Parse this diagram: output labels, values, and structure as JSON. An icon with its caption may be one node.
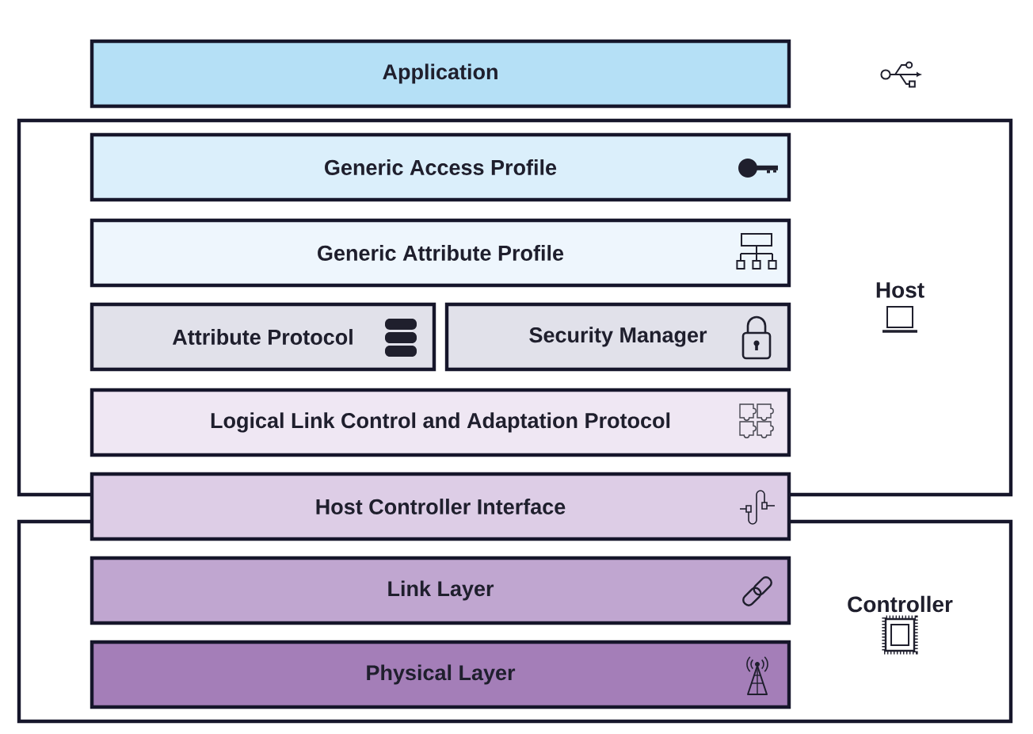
{
  "diagram": {
    "nodes": [
      {
        "text": [
          "Application"
        ]
      },
      {
        "text": [
          "Host"
        ]
      },
      {
        "text": [
          "Generic Access Profile"
        ],
        "in": 1
      },
      {
        "text": [
          "Generic Attribute Profile"
        ],
        "in": 1
      },
      {
        "text": [
          "Attribute Protocol"
        ],
        "in": 1
      },
      {
        "text": [
          "Security Manager"
        ],
        "in": 1
      },
      {
        "text": [
          "Logical Link Control and Adaptation Protocol"
        ],
        "in": 1
      },
      {
        "text": [
          "Host Controller Interface"
        ]
      },
      {
        "text": [
          "Controller"
        ]
      },
      {
        "text": [
          "Link Layer"
        ],
        "in": 8
      },
      {
        "text": [
          "Physical Layer"
        ],
        "in": 8
      }
    ]
  }
}
